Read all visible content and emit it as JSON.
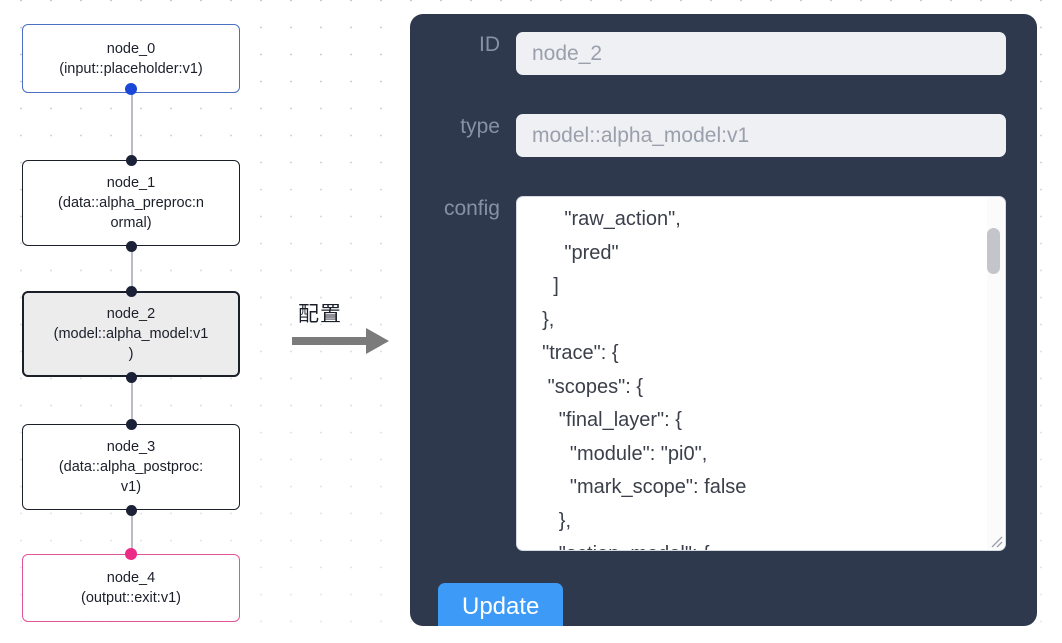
{
  "graph": {
    "nodes": [
      {
        "id": "node_0",
        "label": "node_0\n(input::placeholder:v1)",
        "state": "input"
      },
      {
        "id": "node_1",
        "label": "node_1\n(data::alpha_preproc:n\normal)",
        "state": "default"
      },
      {
        "id": "node_2",
        "label": "node_2\n(model::alpha_model:v1\n)",
        "state": "selected"
      },
      {
        "id": "node_3",
        "label": "node_3\n(data::alpha_postproc:\nv1)",
        "state": "default"
      },
      {
        "id": "node_4",
        "label": "node_4\n(output::exit:v1)",
        "state": "output"
      }
    ],
    "colors": {
      "input_border": "#4a6fc4",
      "input_handle": "#1a47d8",
      "output_border": "#e0559a",
      "output_handle": "#ec2b86",
      "default_border": "#1b1f2a",
      "selected_fill": "#ececec",
      "edge": "#b9bcc4"
    }
  },
  "transition": {
    "label": "配置",
    "arrow_color": "#7b7b7b"
  },
  "panel": {
    "background": "#2e394e",
    "fields": [
      {
        "name": "id",
        "label": "ID",
        "value": "node_2"
      },
      {
        "name": "type",
        "label": "type",
        "value": "model::alpha_model:v1"
      },
      {
        "name": "config",
        "label": "config",
        "value": "      \"raw_action\",\n      \"pred\"\n    ]\n  },\n  \"trace\": {\n   \"scopes\": {\n     \"final_layer\": {\n       \"module\": \"pi0\",\n       \"mark_scope\": false\n     },\n     \"action_model\": {"
      }
    ],
    "update_label": "Update",
    "update_color": "#3d9bf7"
  }
}
